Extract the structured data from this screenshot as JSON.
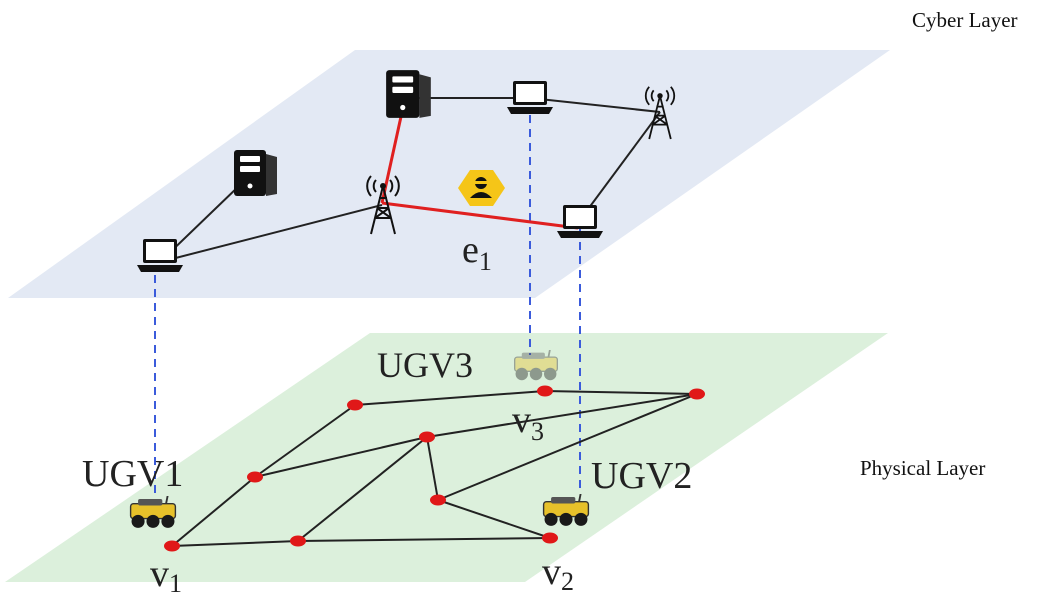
{
  "layers": {
    "cyber": {
      "label": "Cyber Layer",
      "fill": "#e3e9f4"
    },
    "physical": {
      "label": "Physical Layer",
      "fill": "#dcf0dc"
    }
  },
  "cyber_network": {
    "devices": [
      {
        "id": "laptop-left",
        "icon": "laptop-icon"
      },
      {
        "id": "server-left",
        "icon": "server-icon"
      },
      {
        "id": "tower-center",
        "icon": "cell-tower-icon"
      },
      {
        "id": "server-top",
        "icon": "server-icon"
      },
      {
        "id": "laptop-top",
        "icon": "laptop-icon"
      },
      {
        "id": "tower-right",
        "icon": "cell-tower-icon"
      },
      {
        "id": "laptop-right",
        "icon": "laptop-icon"
      }
    ],
    "attacker_icon": "attacker-hexagon-icon",
    "compromised_edge": {
      "label": "e",
      "subscript": "1",
      "color": "#e02020"
    }
  },
  "physical_network": {
    "vertex_color": "#e01818",
    "vertex_labels": [
      {
        "id": "v1",
        "text": "v",
        "subscript": "1"
      },
      {
        "id": "v2",
        "text": "v",
        "subscript": "2"
      },
      {
        "id": "v3",
        "text": "v",
        "subscript": "3"
      }
    ]
  },
  "robots": [
    {
      "id": "ugv1",
      "label": "UGV1",
      "icon": "ugv-robot-icon"
    },
    {
      "id": "ugv2",
      "label": "UGV2",
      "icon": "ugv-robot-icon"
    },
    {
      "id": "ugv3",
      "label": "UGV3",
      "icon": "ugv-robot-icon",
      "faded": true
    }
  ],
  "colors": {
    "link_line": "#222222",
    "mapping_line": "#3b5bdb",
    "attacker_fill": "#f5c518"
  }
}
